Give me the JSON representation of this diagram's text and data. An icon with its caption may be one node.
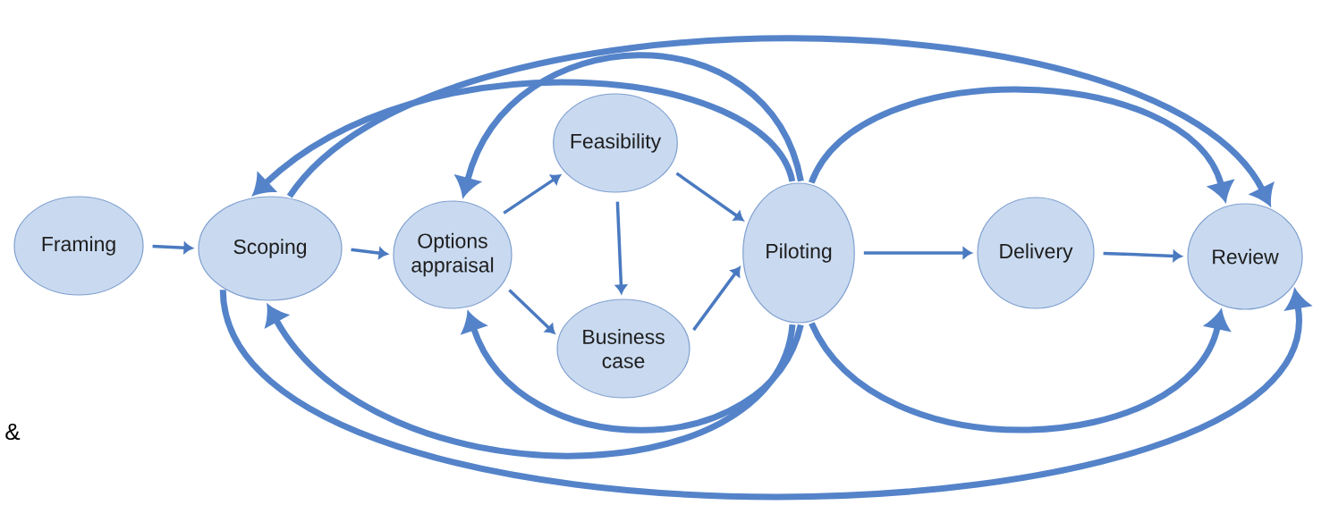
{
  "diagram": {
    "nodes": [
      {
        "text": [
          "Framing"
        ]
      },
      {
        "text": [
          "Scoping"
        ]
      },
      {
        "text": [
          "Options appraisal"
        ]
      },
      {
        "text": [
          "Feasibility"
        ]
      },
      {
        "text": [
          "Business case"
        ]
      },
      {
        "text": [
          "Piloting"
        ]
      },
      {
        "text": [
          "Delivery"
        ]
      },
      {
        "text": [
          "Review"
        ]
      }
    ],
    "edges": [
      {
        "from": 0,
        "to": 1,
        "arrow": "to"
      },
      {
        "from": 1,
        "to": 2,
        "arrow": "to"
      },
      {
        "from": 2,
        "to": 3,
        "arrow": "to"
      },
      {
        "from": 2,
        "to": 4,
        "arrow": "to"
      },
      {
        "from": 3,
        "to": 4,
        "arrow": "to"
      },
      {
        "from": 3,
        "to": 5,
        "arrow": "to"
      },
      {
        "from": 4,
        "to": 5,
        "arrow": "to"
      },
      {
        "from": 5,
        "to": 6,
        "arrow": "to"
      },
      {
        "from": 6,
        "to": 7,
        "arrow": "to"
      },
      {
        "from": 5,
        "to": 1,
        "arrow": "to",
        "style": "thick"
      },
      {
        "from": 5,
        "to": 2,
        "arrow": "to",
        "style": "thick"
      },
      {
        "from": 5,
        "to": 7,
        "arrow": "to",
        "style": "thick"
      },
      {
        "from": 1,
        "to": 7,
        "arrow": "to",
        "style": "thick"
      },
      {
        "from": 5,
        "to": 1,
        "arrow": "to",
        "style": "thick"
      },
      {
        "from": 5,
        "to": 2,
        "arrow": "to",
        "style": "thick"
      },
      {
        "from": 5,
        "to": 7,
        "arrow": "to",
        "style": "thick"
      },
      {
        "from": 1,
        "to": 7,
        "arrow": "to",
        "style": "thick"
      }
    ],
    "labels": [
      "&"
    ]
  }
}
